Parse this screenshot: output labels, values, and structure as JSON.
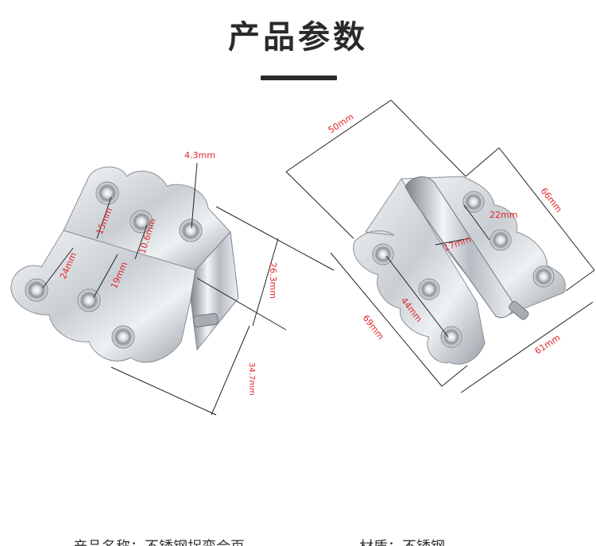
{
  "header": {
    "title": "产品参数"
  },
  "left_hinge": {
    "dims": {
      "hole": "4.3mm",
      "d15": "15mm",
      "d10_6": "10.6mm",
      "d24": "24mm",
      "d19": "19mm",
      "height_upper": "26.3mm",
      "height_lower": "34.7mm"
    }
  },
  "right_hinge": {
    "dims": {
      "d50": "50mm",
      "d66": "66mm",
      "d22": "22mm",
      "d17": "17mm",
      "d69": "69mm",
      "d44": "44mm",
      "d61": "61mm"
    }
  },
  "footer": {
    "col1": "产品名称：不锈钢拐弯合页",
    "col2": "材质：不锈钢"
  },
  "colors": {
    "dimension_text": "#e0262a",
    "title": "#2a2a2a",
    "metal_light": "#e9ecef",
    "metal_dark": "#8a9096"
  }
}
